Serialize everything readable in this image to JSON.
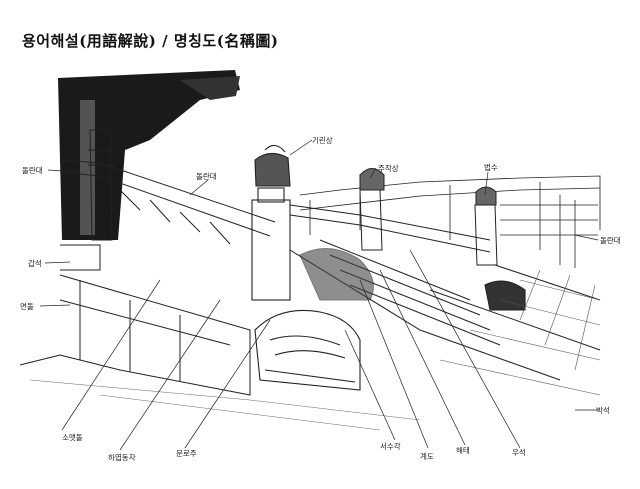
{
  "title": "용어해설(用語解說) / 명칭도(名稱圖)",
  "labels": {
    "girin": "기린상",
    "jujak": "주작상",
    "beopsu": "법수",
    "dolnanae_left": "돌란대",
    "dolnanae_mid": "돌란대",
    "dolnanae_right": "돌란대",
    "gapseok": "갑석",
    "myeondol": "면돌",
    "soroddol": "소맷돌",
    "hayeondongja": "하엽동자",
    "munroju": "문로주",
    "seosuchok": "서수각",
    "gyedo": "계도",
    "haetae": "해태",
    "useok": "우석",
    "bakseok": "박석"
  }
}
